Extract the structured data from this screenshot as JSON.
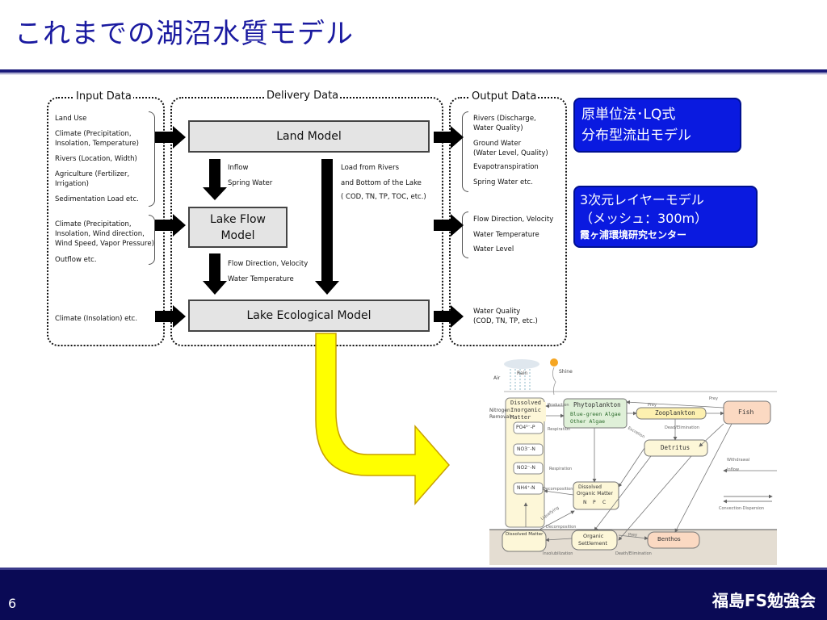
{
  "slide_title": "これまでの湖沼水質モデル",
  "input_box": {
    "title": "Input Data",
    "items": [
      "Land Use",
      "Climate (Precipitation,",
      "Insolation, Temperature)",
      "Rivers (Location, Width)",
      "Agriculture (Fertilizer,",
      "Irrigation)",
      "Sedimentation Load     etc.",
      "Climate (Precipitation,",
      "Insolation, Wind direction,",
      "Wind Speed, Vapor Pressure)",
      "Outflow                    etc.",
      "Climate (Insolation)      etc."
    ]
  },
  "delivery_box": {
    "title": "Delivery Data",
    "land_model": "Land Model",
    "lake_flow_model_line1": "Lake Flow",
    "lake_flow_model_line2": "Model",
    "lake_eco_model": "Lake Ecological Model",
    "inflow": "Inflow",
    "spring_water": "Spring Water",
    "load_from_rivers": "Load from Rivers",
    "and_bottom": " and Bottom of the Lake",
    "cod_list": "( COD, TN, TP, TOC, etc.)",
    "flow_direction": "Flow Direction, Velocity",
    "water_temperature": "Water Temperature"
  },
  "output_box": {
    "title": "Output Data",
    "items": [
      "Rivers (Discharge,",
      "Water Quality)",
      "Ground Water",
      "(Water Level, Quality)",
      "Evapotranspiration",
      "Spring Water             etc.",
      "Flow Direction, Velocity",
      "Water Temperature",
      "Water Level",
      "Water Quality",
      "(COD, TN, TP, etc.)"
    ]
  },
  "blue_box1": {
    "line1": "原単位法･LQ式",
    "line2": "分布型流出モデル"
  },
  "blue_box2": {
    "line1": "3次元レイヤーモデル",
    "line2": "（メッシュ：300m）",
    "line3": "霞ヶ浦環境研究センター"
  },
  "eco_diagram": {
    "air": "Air",
    "nitrogen_removal_1": "Nitrogen",
    "nitrogen_removal_2": "Removal",
    "rain": "Rain",
    "shine": "Shine",
    "dim": "Dissolved",
    "dim2": "Inorganic",
    "dim3": "Matter",
    "po4": "PO4³⁻-P",
    "no3": "NO3⁻-N",
    "no2": "NO2⁻-N",
    "nh4": "NH4⁺-N",
    "phyto": "Phytoplankton",
    "phyto_sub1": "Blue-green Algae",
    "phyto_sub2": "Other Algae",
    "zoo": "Zooplankton",
    "fish": "Fish",
    "detritus": "Detritus",
    "dom1": "Dissolved",
    "dom2": "Organic Matter",
    "dm_bottom": "Dissolved Matter",
    "org_settle1": "Organic",
    "org_settle2": "Settlement",
    "benthos": "Benthos",
    "production": "Production",
    "respiration": "Respiration",
    "respiration2": "Respiration",
    "prey1": "Prey",
    "prey2": "Prey",
    "prey3": "Prey",
    "dead_elim": "Dead/Elimination",
    "decomposition": "Decomposition",
    "decomposition2": "Decomposition",
    "excretion": "Excretion",
    "liquefying": "Liquefying",
    "insolubilization": "Insolubilization",
    "death_elim": "Death/Elimination",
    "withdrawal": "Withdrawal",
    "inflow": "Inflow",
    "conv_disp": "Convection·Dispersion",
    "n": "N",
    "p": "P",
    "c": "C"
  },
  "footer": {
    "page": "6",
    "brand": "福島FS勉強会"
  }
}
